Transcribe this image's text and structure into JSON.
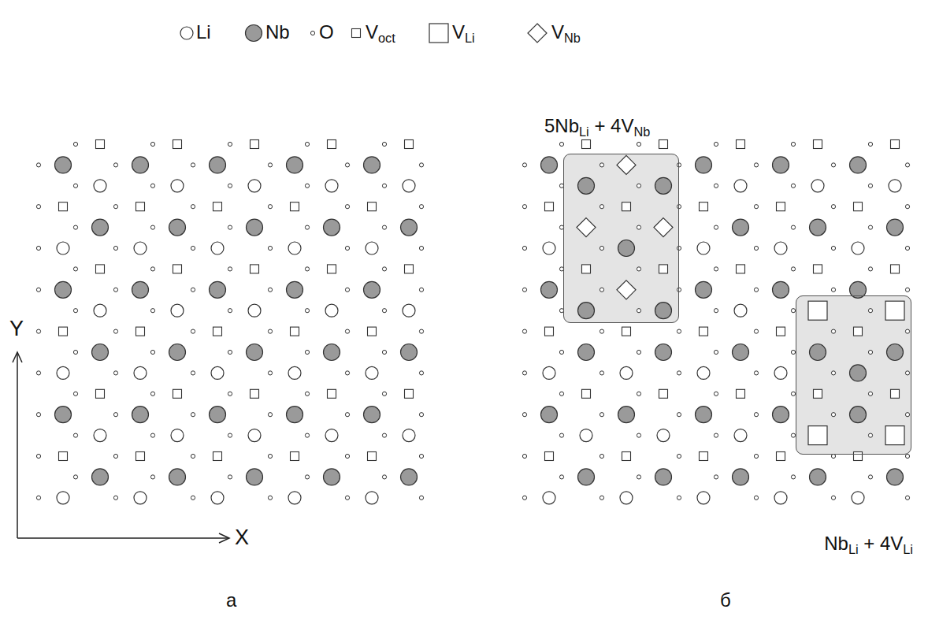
{
  "diagram": {
    "nodes": [
      {
        "text": [
          "5NbLi + 4VNb"
        ]
      },
      {
        "text": [
          "NbLi + 4VLi"
        ]
      }
    ],
    "labels": [
      "Y",
      "X",
      "а",
      "б"
    ],
    "legend": [
      {
        "text": "Li"
      },
      {
        "text": "Nb"
      },
      {
        "text": "O"
      },
      {
        "text": "Voct"
      },
      {
        "text": "VLi"
      },
      {
        "text": "VNb"
      }
    ]
  }
}
